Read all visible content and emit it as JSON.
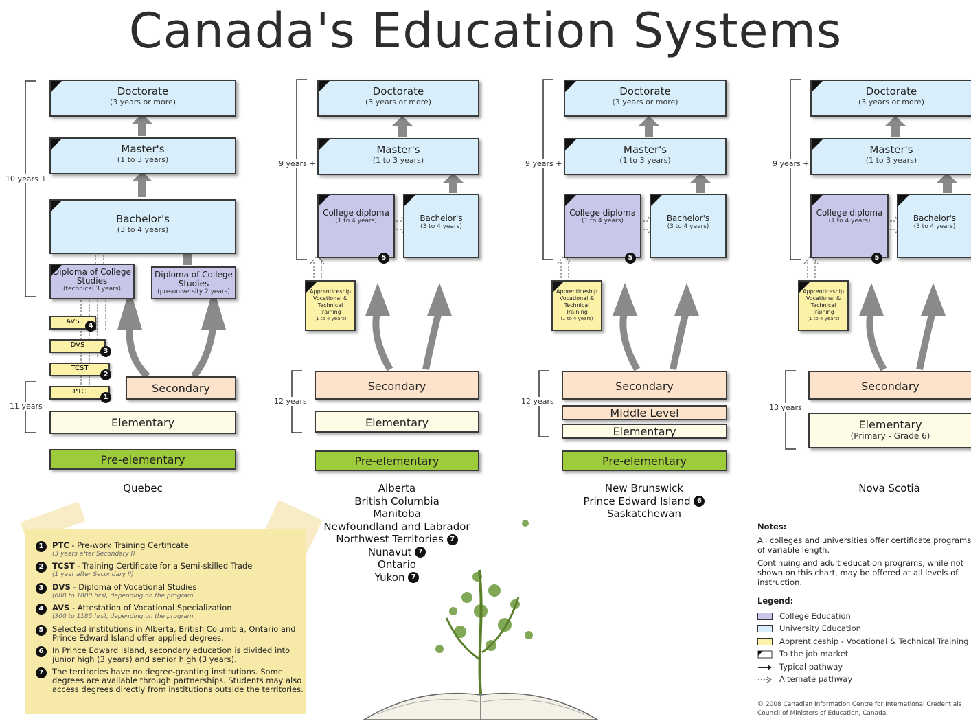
{
  "title": "Canada's Education Systems",
  "levels": {
    "doctorate": "Doctorate",
    "doctorate_years": "(3 years or more)",
    "masters": "Master's",
    "masters_years": "(1 to 3 years)",
    "bachelors": "Bachelor's",
    "bachelors_years_quebec": "(3 to 4 years)",
    "bachelors_years": "(3 to 4 years)",
    "college_diploma": "College diploma",
    "college_diploma_years": "(1 to 4 years)",
    "dcs_tech": "Diploma of College Studies",
    "dcs_tech_years": "(technical 3 years)",
    "dcs_preu": "Diploma of College Studies",
    "dcs_preu_years": "(pre-university 2 years)",
    "apprenticeship": "Apprenticeship Vocational & Technical Training",
    "apprenticeship_years": "(1 to 4 years)",
    "secondary": "Secondary",
    "middle": "Middle Level",
    "elementary": "Elementary",
    "elementary_ns": "Elementary",
    "elementary_ns_sub": "(Primary - Grade 6)",
    "pre": "Pre-elementary",
    "avs": "AVS",
    "dvs": "DVS",
    "tcst": "TCST",
    "ptc": "PTC"
  },
  "spans": {
    "q_top": "10 years +",
    "q_bottom": "11 years",
    "a_top": "9 years +",
    "a_bottom": "12 years",
    "n_top": "9 years +",
    "n_bottom": "12 years",
    "s_top": "9 years +",
    "s_bottom": "13 years"
  },
  "provinces": {
    "quebec": "Quebec",
    "group2": [
      "Alberta",
      "British Columbia",
      "Manitoba",
      "Newfoundland and Labrador",
      "Northwest Territories",
      "Nunavut",
      "Ontario",
      "Yukon"
    ],
    "group3": [
      "New Brunswick",
      "Prince Edward Island",
      "Saskatchewan"
    ],
    "ns": "Nova Scotia"
  },
  "badges": {
    "b1": "1",
    "b2": "2",
    "b3": "3",
    "b4": "4",
    "b5": "5",
    "b6": "6",
    "b7": "7"
  },
  "footnotes": [
    {
      "num": "1",
      "abbr": "PTC",
      "text": " - Pre-work Training Certificate",
      "sub": "(3 years after Secondary I)"
    },
    {
      "num": "2",
      "abbr": "TCST",
      "text": " - Training Certificate for a Semi-skilled Trade",
      "sub": "(1 year after Secondary II)"
    },
    {
      "num": "3",
      "abbr": "DVS",
      "text": " - Diploma of Vocational Studies",
      "sub": "(600 to 1800 hrs), depending on the program"
    },
    {
      "num": "4",
      "abbr": "AVS",
      "text": " - Attestation of Vocational Specialization",
      "sub": "(300 to 1185 hrs), depending on the program"
    },
    {
      "num": "5",
      "abbr": "",
      "text": "Selected institutions in Alberta, British Columbia, Ontario and Prince Edward Island offer applied degrees.",
      "sub": ""
    },
    {
      "num": "6",
      "abbr": "",
      "text": "In Prince Edward Island, secondary education is divided into junior high (3 years) and senior high (3 years).",
      "sub": ""
    },
    {
      "num": "7",
      "abbr": "",
      "text": "The territories have no degree-granting institutions. Some degrees are available through partnerships. Students may also access degrees directly from institutions outside the territories.",
      "sub": ""
    }
  ],
  "notes": {
    "heading": "Notes:",
    "p1": "All colleges and universities offer certificate programs of variable length.",
    "p2": "Continuing and adult education programs, while not shown on this chart, may be offered at all levels of instruction."
  },
  "legend": {
    "heading": "Legend:",
    "college": "College Education",
    "university": "University Education",
    "apprenticeship": "Apprenticeship - Vocational & Technical Training",
    "job": "To the job market",
    "typical": "Typical pathway",
    "alternate": "Alternate pathway",
    "colors": {
      "college": "#c8c7ea",
      "university": "#d8eefb",
      "apprenticeship": "#fbf2a8"
    }
  },
  "credit": {
    "line1": "© 2008 Canadian Information Centre for International Credentials",
    "line2": "Council of Ministers of Education, Canada."
  }
}
